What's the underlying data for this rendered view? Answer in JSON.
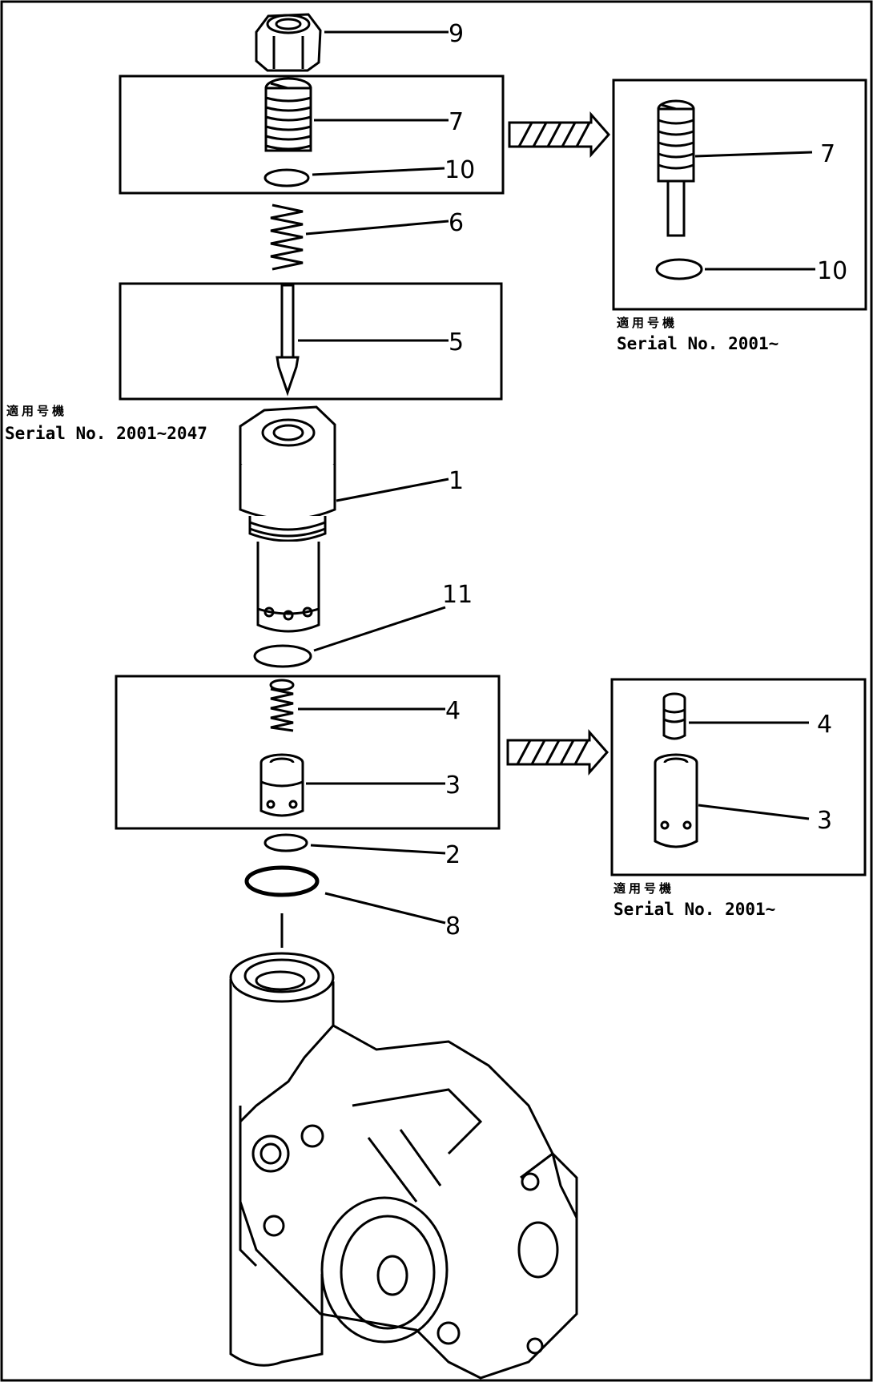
{
  "parts": [
    {
      "id": "9",
      "label": "9"
    },
    {
      "id": "7",
      "label": "7"
    },
    {
      "id": "10",
      "label": "10"
    },
    {
      "id": "6",
      "label": "6"
    },
    {
      "id": "5",
      "label": "5"
    },
    {
      "id": "1",
      "label": "1"
    },
    {
      "id": "11",
      "label": "11"
    },
    {
      "id": "4",
      "label": "4"
    },
    {
      "id": "3",
      "label": "3"
    },
    {
      "id": "2",
      "label": "2"
    },
    {
      "id": "8",
      "label": "8"
    }
  ],
  "inset_top": {
    "labels": {
      "part_7": "7",
      "part_10": "10"
    },
    "applicability_jp": "適用号機",
    "serial": "Serial No. 2001~"
  },
  "inset_bottom": {
    "labels": {
      "part_4": "4",
      "part_3": "3"
    },
    "applicability_jp": "適用号機",
    "serial": "Serial No. 2001~"
  },
  "left_note": {
    "applicability_jp": "適用号機",
    "serial": "Serial No. 2001~2047"
  }
}
